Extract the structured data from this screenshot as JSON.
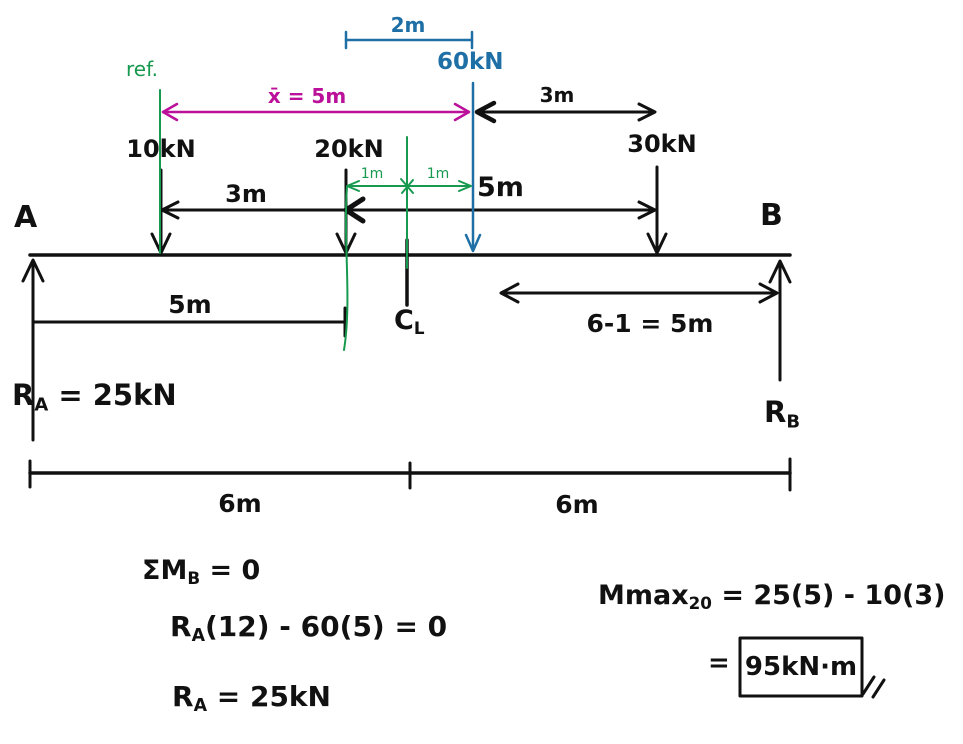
{
  "colors": {
    "ink": "#111111",
    "blue": "#1e6fa5",
    "green": "#179a4f",
    "magenta": "#bb1099"
  },
  "diagram": {
    "node_a": "A",
    "node_b": "B",
    "loads": {
      "p10": "10kN",
      "p20": "20kN",
      "p30": "30kN",
      "resultant": "60kN"
    },
    "dims": {
      "top_2m": "2m",
      "xbar": "x̄ = 5m",
      "right_3m": "3m",
      "left_3m": "3m",
      "mid_5m": "5m",
      "below_5m": "5m",
      "one_m_left": "1m",
      "one_m_right": "1m",
      "six_minus_one": "6-1 = 5m",
      "span_left": "6m",
      "span_right": "6m",
      "ref": "ref.",
      "centerline": {
        "pre": "C",
        "sub": "L"
      }
    },
    "reactions": {
      "ra": {
        "pre": "R",
        "sub": "A",
        "post": " = 25kN"
      },
      "rb": {
        "pre": "R",
        "sub": "B",
        "post": ""
      }
    }
  },
  "equations": {
    "eq1": {
      "pre": "ΣM",
      "sub": "B",
      "post": " = 0"
    },
    "eq2": {
      "pre": "R",
      "sub": "A",
      "post": "(12) - 60(5) = 0"
    },
    "eq3": {
      "pre": "R",
      "sub": "A",
      "post": " = 25kN"
    },
    "eq4": {
      "pre": "Mmax",
      "sub": "20",
      "post": " = 25(5) - 10(3)"
    },
    "eq5_equals": "=",
    "eq5_result": "95kN·m"
  }
}
